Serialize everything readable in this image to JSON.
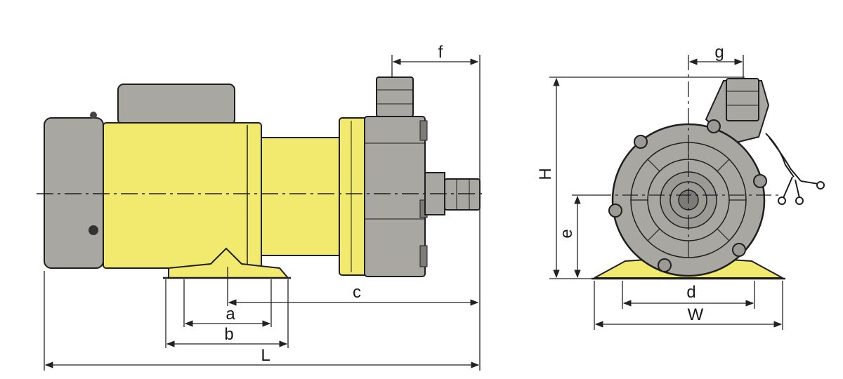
{
  "colors": {
    "housing": "#f2ea6e",
    "housing_dark": "#d9d05a",
    "grey": "#a9a7a1",
    "grey_dark": "#7d7b77",
    "line": "#1f1f1f",
    "dim": "#222222"
  },
  "labels": {
    "f": "f",
    "a": "a",
    "b": "b",
    "c": "c",
    "L": "L",
    "g": "g",
    "H": "H",
    "e": "e",
    "d": "d",
    "W": "W"
  }
}
